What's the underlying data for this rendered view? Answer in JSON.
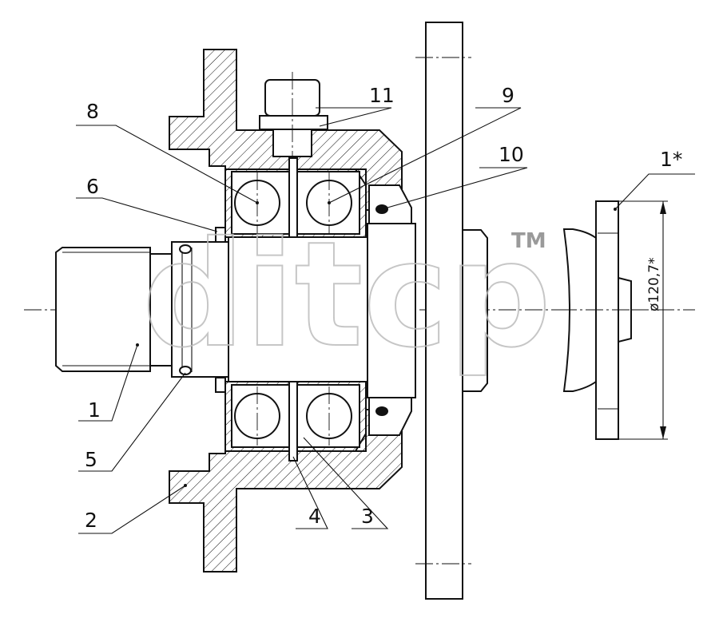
{
  "labels": {
    "p1": "1",
    "p2": "2",
    "p3": "3",
    "p4": "4",
    "p5": "5",
    "p6": "6",
    "p8": "8",
    "p9": "9",
    "p10": "10",
    "p11": "11",
    "p1star": "1*"
  },
  "dimension": {
    "diameter": "ø120,7*"
  },
  "watermark": {
    "brand": "ditcp",
    "trademark": "TM"
  }
}
